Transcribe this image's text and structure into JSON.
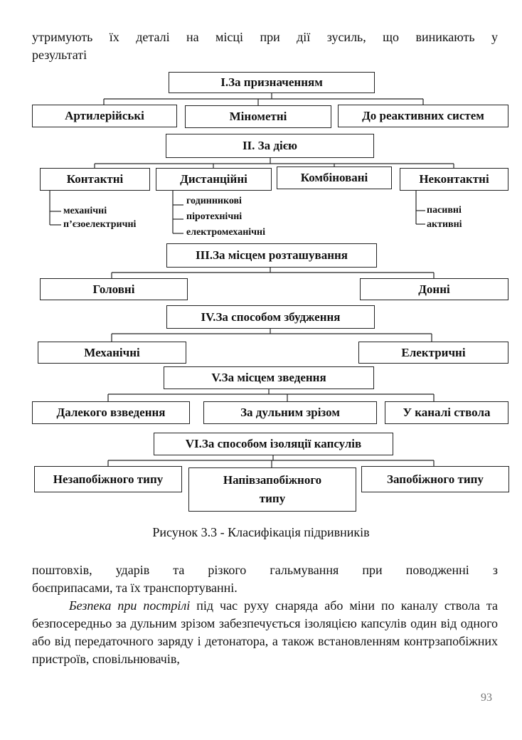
{
  "top_text": {
    "line1": "утримують їх деталі на місці при дії зусиль, що виникають у",
    "line2": "результаті"
  },
  "diagram": {
    "s1": {
      "title": "I.За призначенням",
      "items": [
        "Артилерійські",
        "Мінометні",
        "До реактивних систем"
      ]
    },
    "s2": {
      "title": "II. За дією",
      "items": [
        "Контактні",
        "Дистанційні",
        "Комбіновані",
        "Неконтактні"
      ],
      "contact_sub": [
        "механічні",
        "п’єзоелектричні"
      ],
      "distance_sub": [
        "годинникові",
        "піротехнічні",
        "електромеханічні"
      ],
      "noncontact_sub": [
        "пасивні",
        "активні"
      ]
    },
    "s3": {
      "title": "III.За місцем розташування",
      "items": [
        "Головні",
        "Донні"
      ]
    },
    "s4": {
      "title": "IV.За способом збудження",
      "items": [
        "Механічні",
        "Електричні"
      ]
    },
    "s5": {
      "title": "V.За місцем зведення",
      "items": [
        "Далекого взведення",
        "За дульним зрізом",
        "У каналі ствола"
      ]
    },
    "s6": {
      "title": "VI.За способом ізоляції капсулів",
      "items": [
        "Незапобіжного типу",
        "Напівзапобіжного типу",
        "Запобіжного типу"
      ]
    }
  },
  "caption": "Рисунок 3.3 - Класифікація підривників",
  "body": {
    "p1_line1": "поштовхів, ударів та різкого гальмування при поводженні з",
    "p1_line2": "боєприпасами, та їх транспортуванні.",
    "p2_italic": "Безпека при пострілі",
    "p2_rest": " під час руху снаряда або міни по каналу ствола та безпосередньо за дульним зрізом забезпечується ізоляцією капсулів один від одного або від передаточного заряду і детонатора, а також встановленням контрзапобіжних пристроїв, сповільнювачів,"
  },
  "page_number": "93"
}
